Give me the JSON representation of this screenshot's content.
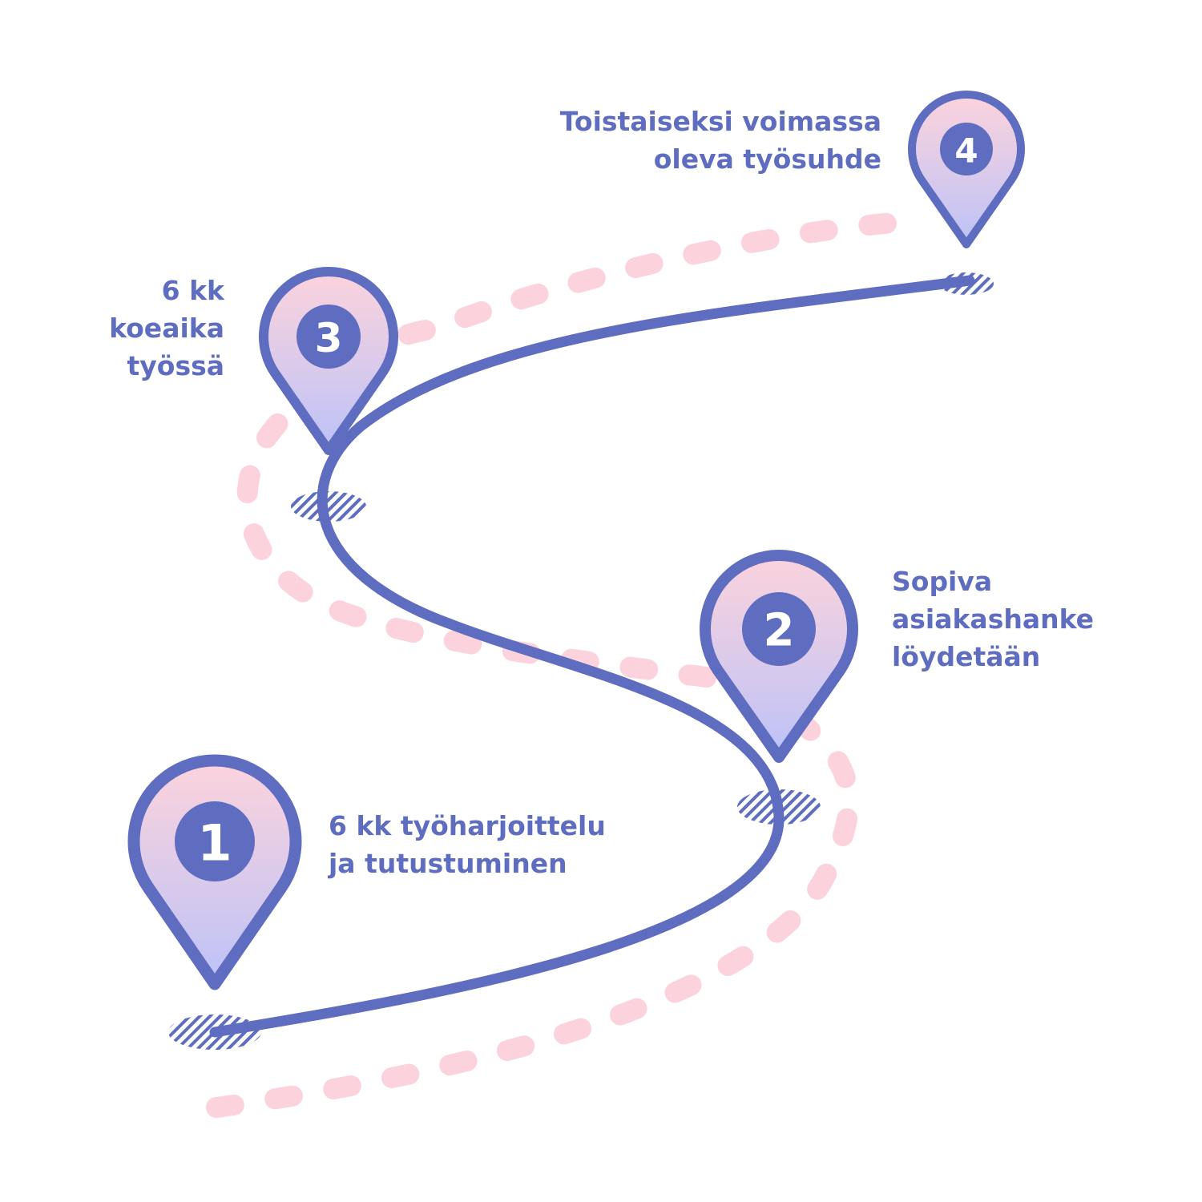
{
  "colors": {
    "primary": "#5e6dbf",
    "dots": "#fcd3dc",
    "gradient_top": "#fcd3dc",
    "gradient_bottom": "#bcc2f8"
  },
  "milestones": [
    {
      "number": "1",
      "lines": [
        "6 kk työharjoittelu",
        "ja tutustuminen"
      ]
    },
    {
      "number": "2",
      "lines": [
        "Sopiva",
        "asiakashanke",
        "löydetään"
      ]
    },
    {
      "number": "3",
      "lines": [
        "6 kk",
        "koeaika",
        "työssä"
      ]
    },
    {
      "number": "4",
      "lines": [
        "Toistaiseksi voimassa",
        "oleva työsuhde"
      ]
    }
  ]
}
